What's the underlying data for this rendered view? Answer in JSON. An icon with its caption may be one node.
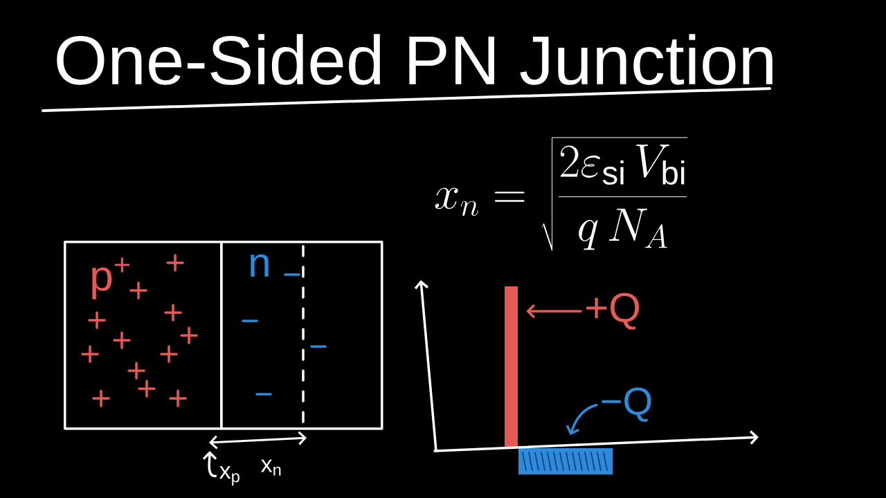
{
  "diagram": {
    "title": "One-Sided PN Junction",
    "nodes": [
      {
        "text": [
          "p$^{+}$"
        ]
      },
      {
        "text": [
          "n"
        ]
      },
      {
        "text": [],
        "shape": "bar"
      },
      {
        "text": [
          "+Q"
        ]
      },
      {
        "text": [
          "−Q"
        ]
      },
      {
        "text": [],
        "shape": "box"
      },
      {
        "text": [
          "x$_{p}$"
        ]
      }
    ],
    "edges": [
      {
        "from": 3,
        "to": 2,
        "arrow": "to",
        "color": "#e65a55"
      },
      {
        "from": 4,
        "to": 5,
        "arrow": "to",
        "color": "#2e8bdc"
      },
      {
        "from": 6,
        "to": null,
        "arrow": "to",
        "color": "#ffffff"
      }
    ],
    "labels": [
      "x_n = \\sqrt{\\frac{2\\varepsilon_{\\mathrm{si}}\\, V_{\\mathrm{bi}}}{q\\, N_A}}",
      "x$_{n}$"
    ]
  }
}
